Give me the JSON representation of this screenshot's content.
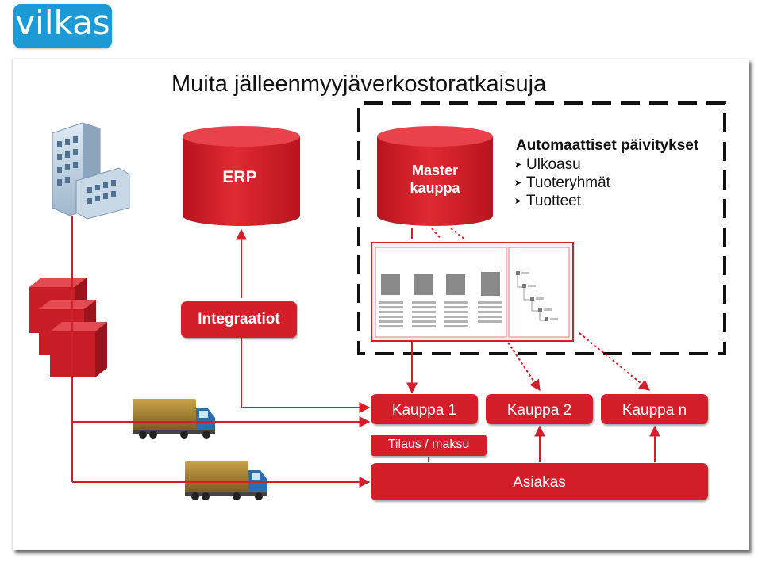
{
  "logo": {
    "text": "vilkas",
    "icon": "vilkas-logo"
  },
  "slide": {
    "title": "Muita jälleenmyyjäverkostoratkaisuja"
  },
  "nodes": {
    "erp": "ERP",
    "master": {
      "line1": "Master",
      "line2": "kauppa"
    },
    "integrations": "Integraatiot",
    "stores": [
      "Kauppa 1",
      "Kauppa 2",
      "Kauppa n"
    ],
    "order_payment": "Tilaus / maksu",
    "customer": "Asiakas"
  },
  "updates": {
    "heading": "Automaattiset päivitykset",
    "items": [
      "Ulkoasu",
      "Tuoteryhmät",
      "Tuotteet"
    ]
  },
  "icons": {
    "building": "office-building-icon",
    "cubes": "product-cubes-icon",
    "trucks": "delivery-truck-icon",
    "screenshot": "webshop-screenshot-icon"
  },
  "colors": {
    "accent_red": "#d41f2a",
    "logo_blue": "#1b9ad6",
    "dashed_border": "#111111"
  }
}
